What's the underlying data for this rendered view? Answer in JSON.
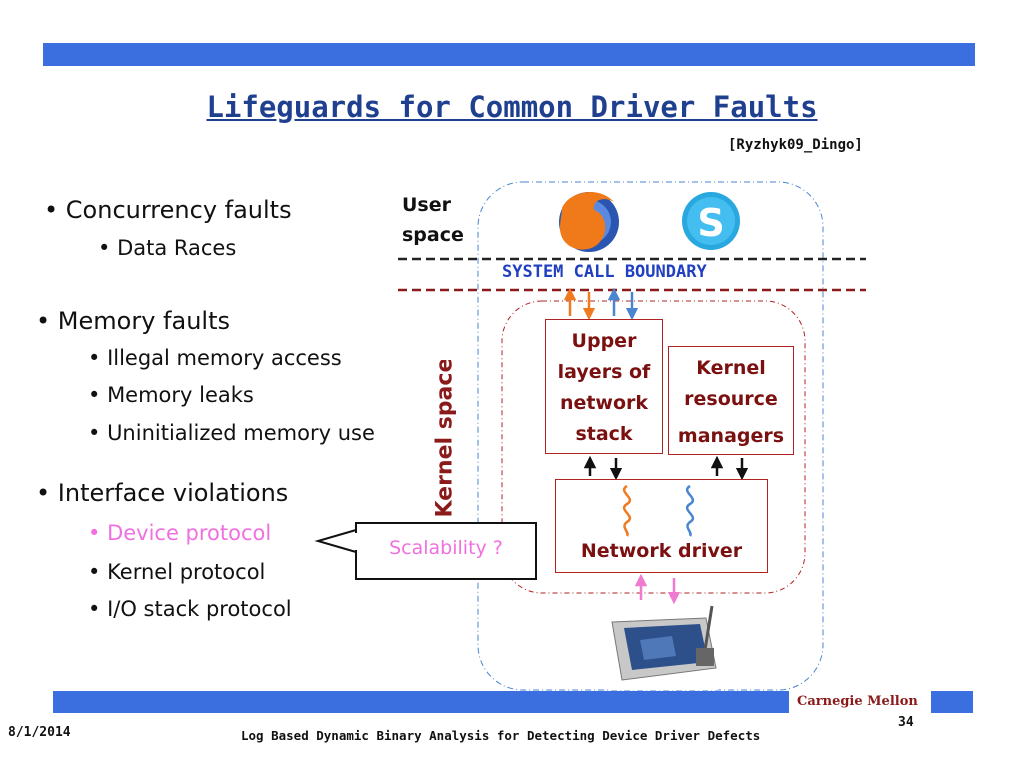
{
  "slide": {
    "title": "Lifeguards for Common Driver Faults",
    "citation": "[Ryzhyk09_Dingo]",
    "bullets": {
      "concurrency": "Concurrency faults",
      "data_races": "Data Races",
      "memory": "Memory faults",
      "illegal_access": "Illegal memory access",
      "leaks": "Memory leaks",
      "uninit": "Uninitialized memory use",
      "interface": "Interface violations",
      "device_protocol": "Device protocol",
      "kernel_protocol": "Kernel protocol",
      "io_stack": "I/O stack protocol"
    },
    "callout": "Scalability ?"
  },
  "diagram": {
    "user_space_line1": "User",
    "user_space_line2": "space",
    "system_call_boundary": "SYSTEM CALL BOUNDARY",
    "kernel_space": "Kernel space",
    "upper_layers": [
      "Upper",
      "layers of",
      "network",
      "stack"
    ],
    "kernel_resource": [
      "Kernel",
      "resource",
      "managers"
    ],
    "network_driver": "Network driver",
    "icons": [
      "firefox-icon",
      "skype-icon",
      "network-card-icon"
    ]
  },
  "footer": {
    "date": "8/1/2014",
    "presentation_title": "Log Based Dynamic Binary Analysis for Detecting Device Driver Defects",
    "institution": "Carnegie Mellon",
    "page_number": "34"
  },
  "colors": {
    "bar": "#3b6fe0",
    "title": "#1f3f8f",
    "box_border": "#b22222",
    "box_text": "#7a1010",
    "boundary_text": "#2040c0",
    "highlight": "#f070e0"
  }
}
